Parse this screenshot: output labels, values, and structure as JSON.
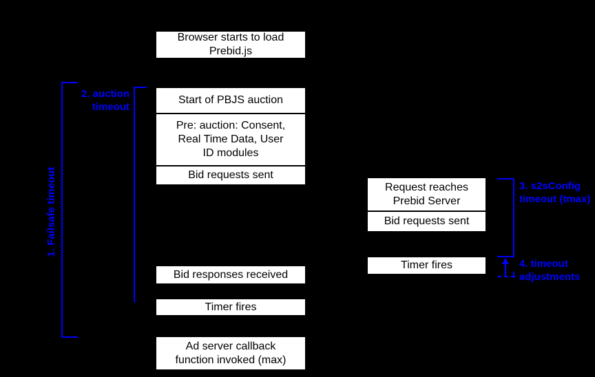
{
  "colors": {
    "background": "#000000",
    "box_fill": "#ffffff",
    "box_text": "#000000",
    "annotation_blue": "#0000ff"
  },
  "timeline_main": {
    "browser_load": "Browser starts to load\nPrebid.js",
    "start_auction": "Start of PBJS auction",
    "pre_auction": "Pre: auction: Consent,\nReal Time Data, User\nID modules",
    "bid_requests_sent": "Bid requests sent",
    "bid_responses_received": "Bid responses received",
    "timer_fires": "Timer fires",
    "ad_server_callback": "Ad server callback\nfunction invoked (max)"
  },
  "timeline_server": {
    "request_reaches": "Request reaches\nPrebid Server",
    "bid_requests_sent": "Bid requests sent",
    "timer_fires": "Timer fires"
  },
  "annotations": {
    "failsafe_timeout": "1. Failsafe timeout",
    "auction_timeout": "2. auction\ntimeout",
    "s2s_timeout": "3. s2sConfig\ntimeout (tmax)",
    "timeout_adjustments": "4. timeout\nadjustments"
  }
}
